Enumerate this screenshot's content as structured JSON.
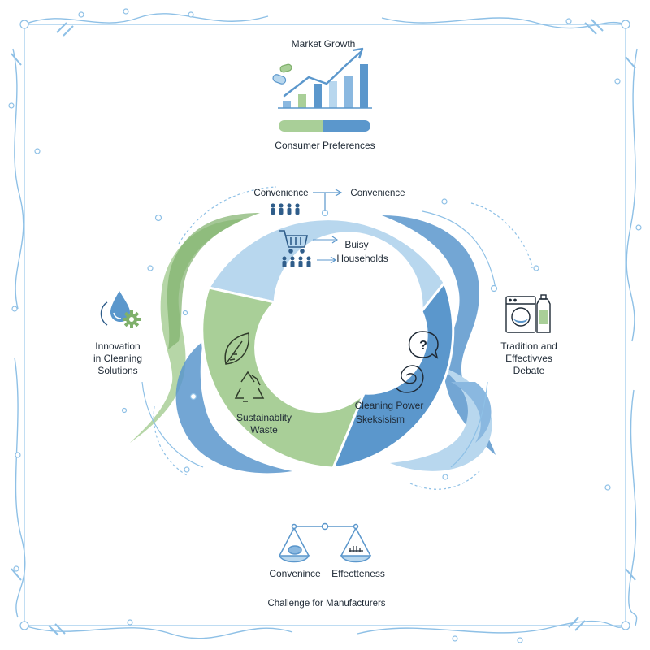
{
  "colors": {
    "blue_dark": "#5b97cc",
    "blue_mid": "#8ab8e0",
    "blue_light": "#b8d7ee",
    "green": "#a9cf98",
    "green_dark": "#7fb06b",
    "frame": "#8ec0e6",
    "text": "#1f2a36"
  },
  "top": {
    "title": "Market Growth",
    "subtitle": "Consumer Preferences",
    "icons": {
      "chart": "bar-chart-icon",
      "pills": "capsule-icon"
    }
  },
  "cycle": {
    "convenience_left": "Convenience",
    "convenience_right": "Convenience",
    "busy_line1": "Buisy",
    "busy_line2": "Households",
    "sustain_line1": "Sustainablity",
    "sustain_line2": "Waste",
    "cleaning_line1": "Cleaning Power",
    "cleaning_line2": "Skeksisism"
  },
  "sides": {
    "innovation_line1": "Innovation",
    "innovation_line2": "in Cleaning",
    "innovation_line3": "Solutions",
    "tradition_line1": "Tradition and",
    "tradition_line2": "Effectivves",
    "tradition_line3": "Debate"
  },
  "bottom": {
    "scale_left": "Convenince",
    "scale_right": "Effectteness",
    "caption": "Challenge for Manufacturers"
  }
}
